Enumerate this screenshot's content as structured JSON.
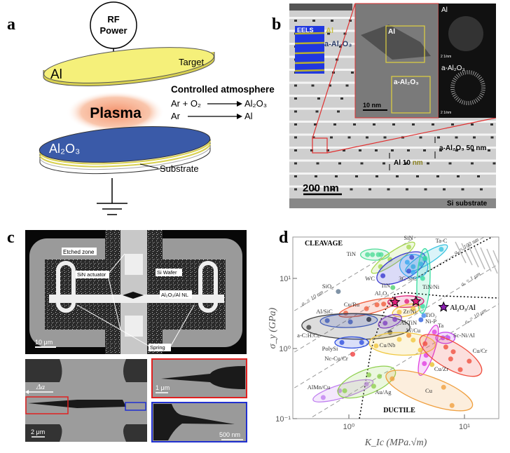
{
  "panel_labels": {
    "a": "a",
    "b": "b",
    "c": "c",
    "d": "d"
  },
  "panel_a": {
    "rf_power_line1": "RF",
    "rf_power_line2": "Power",
    "target_material": "Al",
    "target_label": "Target",
    "plasma_label": "Plasma",
    "atmosphere_title": "Controlled atmosphere",
    "reaction1_reactants": "Ar + O₂",
    "reaction1_product": "Al₂O₃",
    "reaction2_reactants": "Ar",
    "reaction2_product": "Al",
    "deposit_label": "Al₂O₃",
    "substrate_label": "Substrate",
    "colors": {
      "target": "#f5f07a",
      "plasma": "#f4a07a",
      "deposit": "#3a5aa8"
    }
  },
  "panel_b": {
    "eels_label": "EELS",
    "eels_al": "Al",
    "eels_al2o3": "a-Al₂O₃",
    "hrtem_al_box": "Al",
    "hrtem_al2o3_box": "a-Al₂O₃",
    "hrtem_scale": "10 nm",
    "fft_al_label": "Al",
    "fft_al_scale": "2 1/nm",
    "fft_al2o3_label": "a-Al₂O₃",
    "fft_al2o3_scale": "2 1/nm",
    "layer_al2o3": "a-Al₂O₃  50 nm",
    "layer_al_prefix": "Al 10 ",
    "layer_al_unit": "nm",
    "scale_bar": "200 nm",
    "substrate": "Si substrate"
  },
  "panel_c": {
    "etched_zone": "Etched zone",
    "sin_actuator": "SiN actuator",
    "si_wafer": "Si Wafer",
    "specimen": "Al₂O₃/Al NL",
    "spring": "Spring",
    "scale_top": "10 μm",
    "delta_a": "Δa",
    "scale_bottom_left": "2 μm",
    "scale_red": "1 μm",
    "scale_blue": "500 nm"
  },
  "chart_data": {
    "type": "scatter",
    "xlabel": "K_Ic (MPa.√m)",
    "ylabel": "σ_y (GPa)",
    "x_scale": "log",
    "y_scale": "log",
    "xlim": [
      0.32,
      20
    ],
    "ylim": [
      0.1,
      38
    ],
    "x_ticks": [
      {
        "value": 1,
        "label": "10⁰"
      },
      {
        "value": 10,
        "label": "10¹"
      }
    ],
    "y_ticks": [
      {
        "value": 0.1,
        "label": "10⁻¹"
      },
      {
        "value": 1,
        "label": "10⁰"
      },
      {
        "value": 10,
        "label": "10¹"
      }
    ],
    "region_labels": [
      "CLEAVAGE",
      "DUCTILE"
    ],
    "crack_length_lines": [
      "aₑ = 10 nm",
      "aₑ = 100 nm",
      "aₑ = 1 μm",
      "aₑ = 10 μm"
    ],
    "highlight": {
      "label": "Al₂O₃/Al",
      "K": 6.6,
      "sigma": 3.9,
      "color": "#8a1fb0",
      "marker": "star"
    },
    "groups": [
      {
        "label": "TiN",
        "color": "#4fdc98",
        "points": [
          [
            1.45,
            21.8
          ],
          [
            1.6,
            21.8
          ],
          [
            1.8,
            21.8
          ],
          [
            1.9,
            21.8
          ]
        ]
      },
      {
        "label": "SiN",
        "color": "#a8d850",
        "points": [
          [
            3.3,
            28
          ],
          [
            2.27,
            18.6
          ],
          [
            1.88,
            14.7
          ]
        ]
      },
      {
        "label": "Ta-C",
        "color": "#38c4e0",
        "points": [
          [
            6.3,
            26
          ],
          [
            4.56,
            18.6
          ],
          [
            3.6,
            14.7
          ]
        ]
      },
      {
        "label": "WC",
        "color": "#3a3ad0",
        "points": [
          [
            1.97,
            10.9
          ],
          [
            3.3,
            12.7
          ],
          [
            3.5,
            20
          ]
        ]
      },
      {
        "label": "3C-SiC",
        "color": "#38a8f0",
        "points": [
          [
            3.2,
            17
          ],
          [
            4.2,
            16
          ],
          [
            3.6,
            12.2
          ]
        ]
      },
      {
        "label": "TiN",
        "color": "#4fd070",
        "points": [
          [
            2.4,
            7.4
          ]
        ]
      },
      {
        "label": "TiN/Ni",
        "color": "#38dca0",
        "points": [
          [
            4.56,
            19.4
          ],
          [
            4.35,
            10
          ],
          [
            4.35,
            4
          ]
        ]
      },
      {
        "label": "Al₂O₃",
        "color": "#e0207a",
        "points": [
          [
            2.5,
            4.6
          ],
          [
            3.17,
            4.7
          ],
          [
            3.8,
            4.7
          ]
        ]
      },
      {
        "label": "Cu/Ru",
        "color": "#f06040",
        "points": [
          [
            0.94,
            3.2
          ],
          [
            1.42,
            3.7
          ],
          [
            1.75,
            4.2
          ],
          [
            2.0,
            4.3
          ]
        ]
      },
      {
        "label": "Zr/Ni",
        "color": "#f0c040",
        "points": [
          [
            2.73,
            3.3
          ],
          [
            3.6,
            3.7
          ]
        ]
      },
      {
        "label": "Al/SiC",
        "color": "#4060d0",
        "points": [
          [
            0.65,
            2.5
          ],
          [
            1.03,
            2.4
          ],
          [
            1.49,
            2.6
          ]
        ]
      },
      {
        "label": "a-C:H:Cr",
        "color": "#404040",
        "points": [
          [
            0.45,
            2.0
          ],
          [
            1.49,
            2.6
          ],
          [
            2.27,
            1.7
          ]
        ]
      },
      {
        "label": "Al/TiN",
        "color": "#8040c0",
        "points": [
          [
            2.06,
            2.3
          ],
          [
            2.5,
            2.6
          ]
        ]
      },
      {
        "label": "TiO₂",
        "color": "#4088f0",
        "points": [
          [
            4.45,
            2.95
          ]
        ]
      },
      {
        "label": "Ni-P",
        "color": "#3060e0",
        "points": [
          [
            4.2,
            2.57
          ]
        ]
      },
      {
        "label": "Ta",
        "color": "#e040e0",
        "points": [
          [
            5.5,
            1.72
          ],
          [
            4.66,
            0.8
          ],
          [
            4.5,
            0.61
          ]
        ]
      },
      {
        "label": "Sc-Ni/Al",
        "color": "#c040f0",
        "points": [
          [
            6.5,
            1.42
          ],
          [
            7.2,
            1.42
          ]
        ]
      },
      {
        "label": "W/Cu",
        "color": "#f08030",
        "points": [
          [
            3.3,
            1.54
          ]
        ]
      },
      {
        "label": "Cu/Nb",
        "color": "#f0c840",
        "points": [
          [
            1.72,
            1.09
          ],
          [
            2.73,
            1.35
          ],
          [
            3.6,
            1.32
          ],
          [
            4.15,
            0.95
          ]
        ]
      },
      {
        "label": "Cu/Cr",
        "color": "#f05040",
        "points": [
          [
            4.56,
            1.17
          ],
          [
            6.9,
            1.05
          ],
          [
            8.0,
            0.9
          ],
          [
            11,
            0.66
          ],
          [
            9.2,
            0.5
          ],
          [
            7.6,
            0.71
          ]
        ]
      },
      {
        "label": "Cu/Zr",
        "color": "#e8c030",
        "points": [
          [
            5.24,
            0.59
          ]
        ]
      },
      {
        "label": "PolySi",
        "color": "#3050e0",
        "points": [
          [
            0.87,
            1.22
          ],
          [
            1.29,
            1.22
          ]
        ]
      },
      {
        "label": "Nc-Cu/Cr",
        "color": "#f04040",
        "points": [
          [
            1.08,
            0.83
          ]
        ]
      },
      {
        "label": "AlMn/Cu",
        "color": "#c080f0",
        "points": [
          [
            0.6,
            0.2
          ],
          [
            0.83,
            0.25
          ],
          [
            1.42,
            0.31
          ]
        ]
      },
      {
        "label": "Au/Ag",
        "color": "#90d050",
        "points": [
          [
            0.92,
            0.25
          ],
          [
            1.49,
            0.42
          ],
          [
            1.84,
            0.4
          ],
          [
            1.64,
            0.29
          ]
        ]
      },
      {
        "label": "Cu",
        "color": "#f0a040",
        "points": [
          [
            2.37,
            0.37
          ],
          [
            6.6,
            0.28
          ],
          [
            7.8,
            0.154
          ]
        ]
      },
      {
        "label": "SiO₂",
        "color": "#607890",
        "points": [
          [
            0.81,
            6.5
          ]
        ]
      }
    ],
    "stars": [
      [
        2.5,
        4.6
      ],
      [
        3.8,
        4.7
      ]
    ],
    "grid": false
  }
}
